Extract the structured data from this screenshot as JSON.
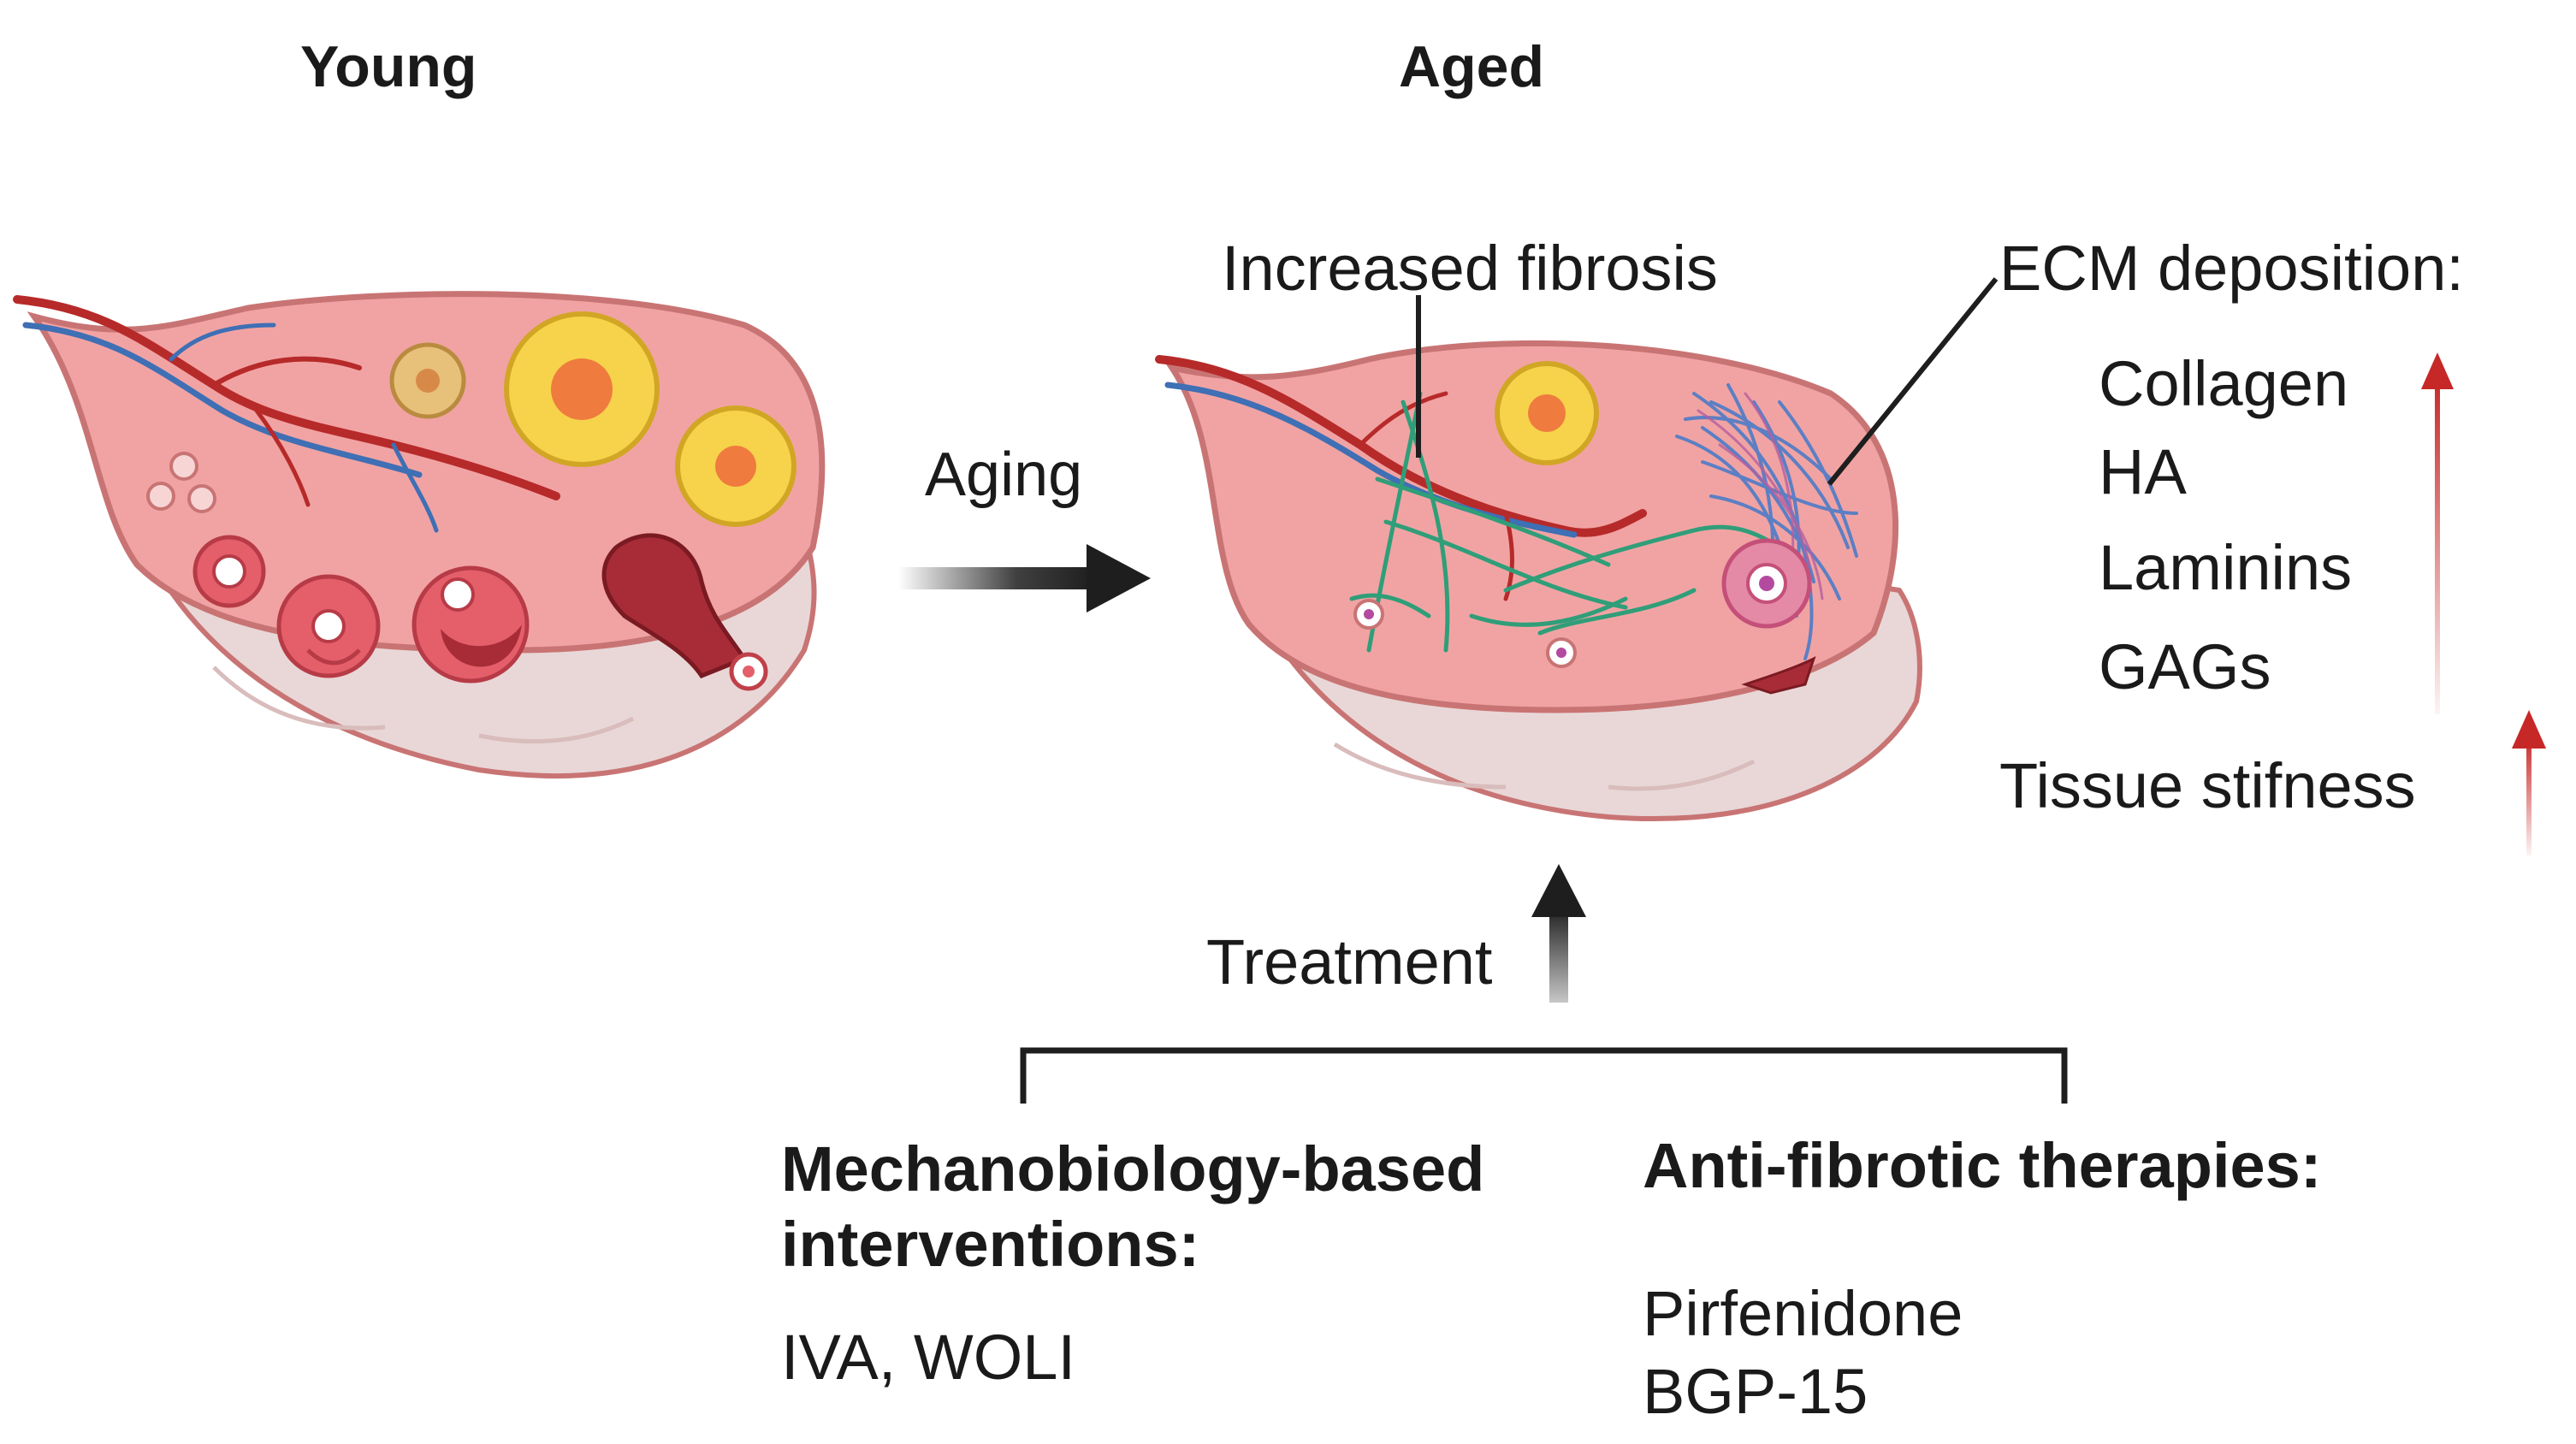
{
  "headings": {
    "young": "Young",
    "aged": "Aged"
  },
  "aging_label": "Aging",
  "fibrosis_label": "Increased fibrosis",
  "ecm": {
    "title": "ECM deposition:",
    "items": [
      "Collagen",
      "HA",
      "Laminins",
      "GAGs"
    ],
    "stiffness": "Tissue stifness"
  },
  "treatment_label": "Treatment",
  "mechanobiology": {
    "title_line1": "Mechanobiology-based",
    "title_line2": "interventions:",
    "items": [
      "IVA, WOLI"
    ]
  },
  "antifibrotic": {
    "title": "Anti-fibrotic therapies:",
    "items": [
      "Pirfenidone",
      "BGP-15"
    ]
  },
  "colors": {
    "ovary_fill": "#f1a3a3",
    "ovary_base": "#e9d7d7",
    "ovary_outline": "#c97474",
    "vessel_red": "#b72a2a",
    "vessel_blue": "#3f6fb4",
    "corpus_luteum": "#f6d34a",
    "corpus_center": "#ef7b3f",
    "fibrosis_green": "#2f9e79",
    "collagen_blue": "#5c7fc4",
    "increase_arrow": "#c62828",
    "arrow_dark": "#1e1e1e"
  }
}
